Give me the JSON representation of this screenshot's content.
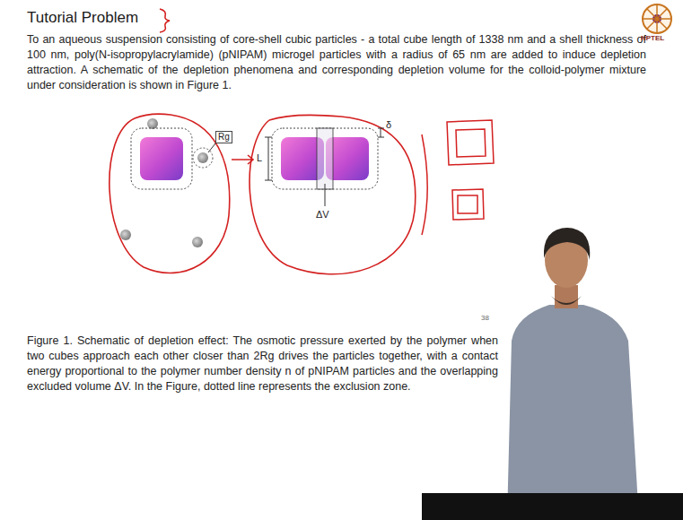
{
  "diagram": {
    "title": "Tutorial Problem",
    "caption": "Figure 1. Schematic of depletion effect: The osmotic pressure exerted by the polymer when two cubes approach each other closer than 2Rg drives the particles together, with a contact energy proportional to the polymer number density n of pNIPAM particles and the overlapping excluded volume ΔV. In the Figure, dotted line represents the exclusion zone.",
    "labels": [
      "To an aqueous suspension consisting of core-shell cubic particles - a total cube length of 1338 nm and a shell thickness of 100 nm, poly(N-isopropylacrylamide) (pNIPAM) microgel particles with a radius of 65 nm are added to induce depletion attraction. A schematic of the depletion phenomena and corresponding depletion volume for the colloid-polymer mixture under consideration is shown in Figure 1.",
      "Rg",
      "L",
      "δ",
      "ΔV",
      "NPTEL",
      "38"
    ]
  }
}
